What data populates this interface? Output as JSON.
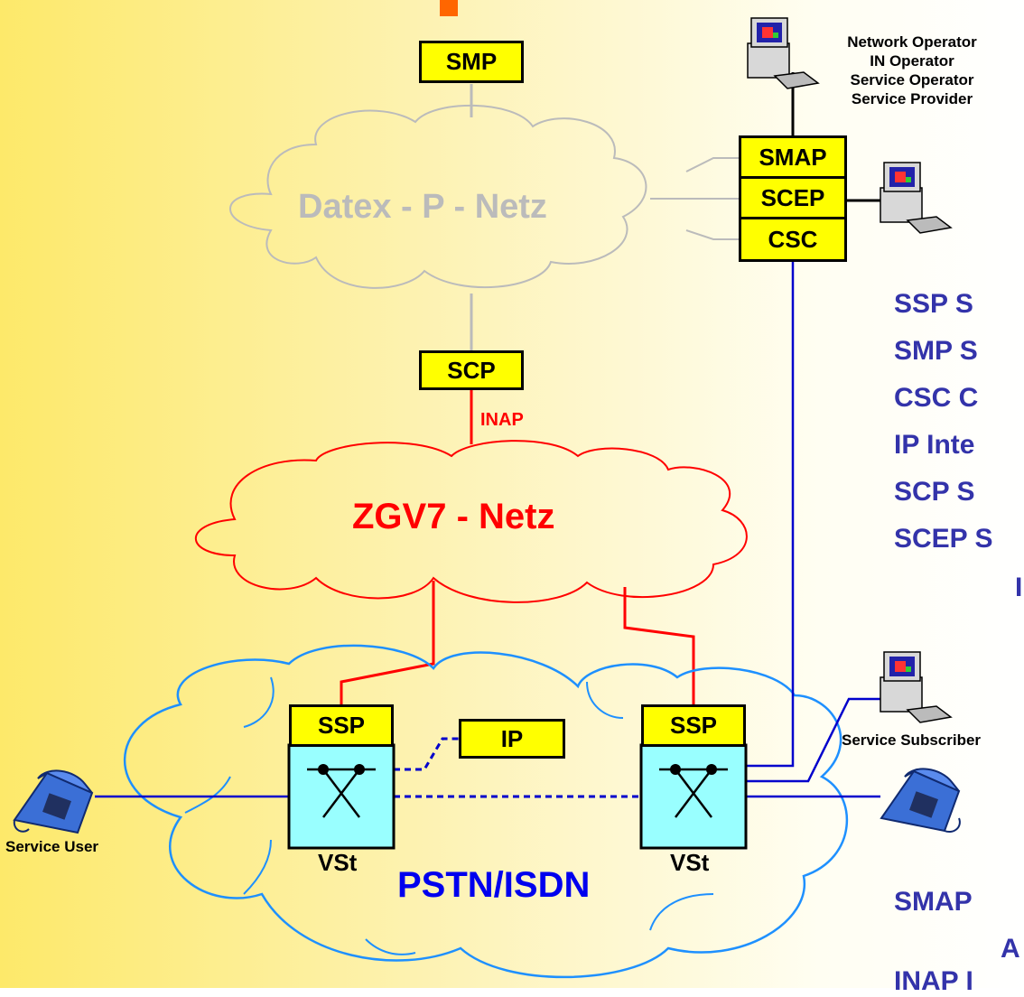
{
  "nodes": {
    "smp": "SMP",
    "scp": "SCP",
    "ip": "IP",
    "ssp_left": "SSP",
    "ssp_right": "SSP",
    "smap": "SMAP",
    "scep": "SCEP",
    "csc": "CSC",
    "vst_left": "VSt",
    "vst_right": "VSt"
  },
  "networks": {
    "datex": "Datex - P - Netz",
    "zgv7": "ZGV7 - Netz",
    "pstn": "PSTN/ISDN"
  },
  "protocol_label": "INAP",
  "operators": [
    "Network Operator",
    "IN Operator",
    "Service Operator",
    "Service Provider"
  ],
  "actors": {
    "service_user": "Service User",
    "service_subscriber": "Service Subscriber"
  },
  "legend_fragments": [
    "SSP  S",
    "SMP  S",
    "CSC  C",
    "IP  Inte",
    "SCP  S",
    "SCEP S",
    "I",
    "SMAP",
    "A",
    "INAP  I"
  ],
  "colors": {
    "red": "#ff0000",
    "blue": "#0000cc",
    "cloud_blue": "#1e90ff",
    "gray": "#bbbbbb",
    "box_yellow": "#ffff00",
    "switch_cyan": "#99ffff",
    "legend": "#3333aa"
  }
}
